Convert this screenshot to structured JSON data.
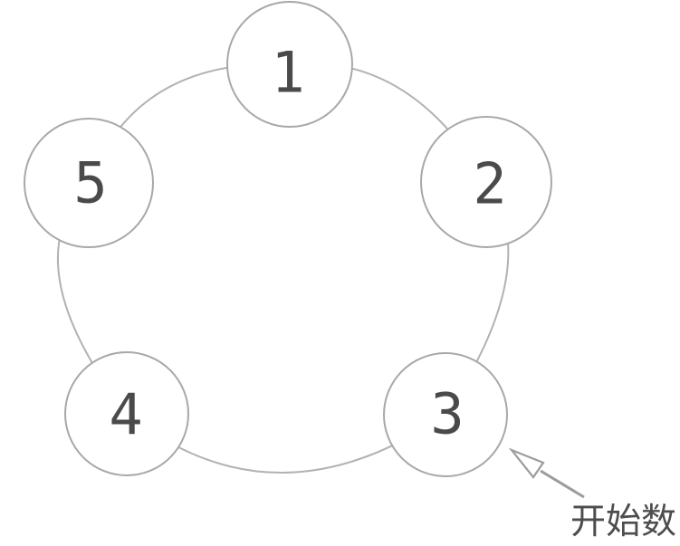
{
  "diagram": {
    "type": "counting-circle",
    "nodes": [
      {
        "label": "1"
      },
      {
        "label": "2"
      },
      {
        "label": "3"
      },
      {
        "label": "4"
      },
      {
        "label": "5"
      }
    ],
    "annotation": {
      "label": "开始数",
      "points_to_node": "3"
    }
  },
  "colors": {
    "background": "#ffffff",
    "ring_stroke": "#b2b2b2",
    "node_stroke": "#a8a8a8",
    "node_fill": "#ffffff",
    "node_label": "#4a4a4a",
    "arrow": "#9c9c9c",
    "annotation_text": "#4d4d4d"
  }
}
